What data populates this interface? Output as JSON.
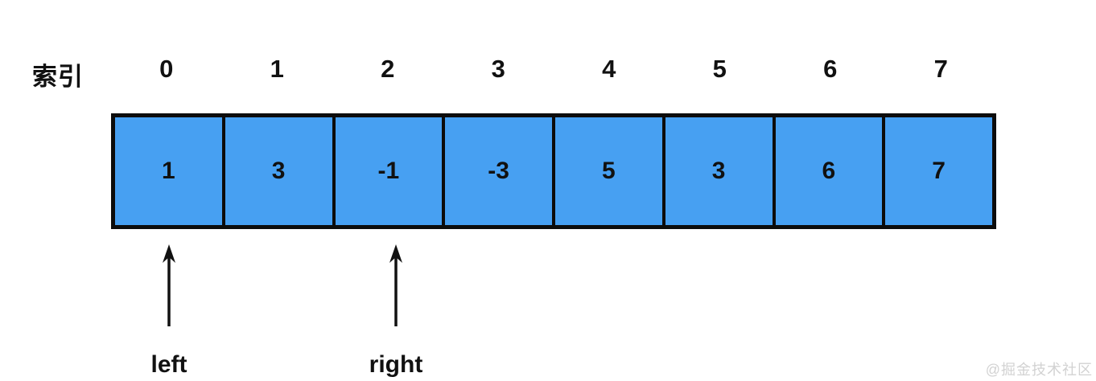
{
  "diagram": {
    "index_label": "索引",
    "indices": [
      "0",
      "1",
      "2",
      "3",
      "4",
      "5",
      "6",
      "7"
    ],
    "cells": [
      "1",
      "3",
      "-1",
      "-3",
      "5",
      "3",
      "6",
      "7"
    ],
    "pointers": [
      {
        "label": "left",
        "points_to_index": 0
      },
      {
        "label": "right",
        "points_to_index": 2
      }
    ],
    "watermark": "@掘金技术社区",
    "colors": {
      "cell_fill": "#47a0f2",
      "cell_border": "#0c0c0c",
      "text": "#111111",
      "arrow": "#111111",
      "watermark": "#d2d2d2"
    }
  }
}
